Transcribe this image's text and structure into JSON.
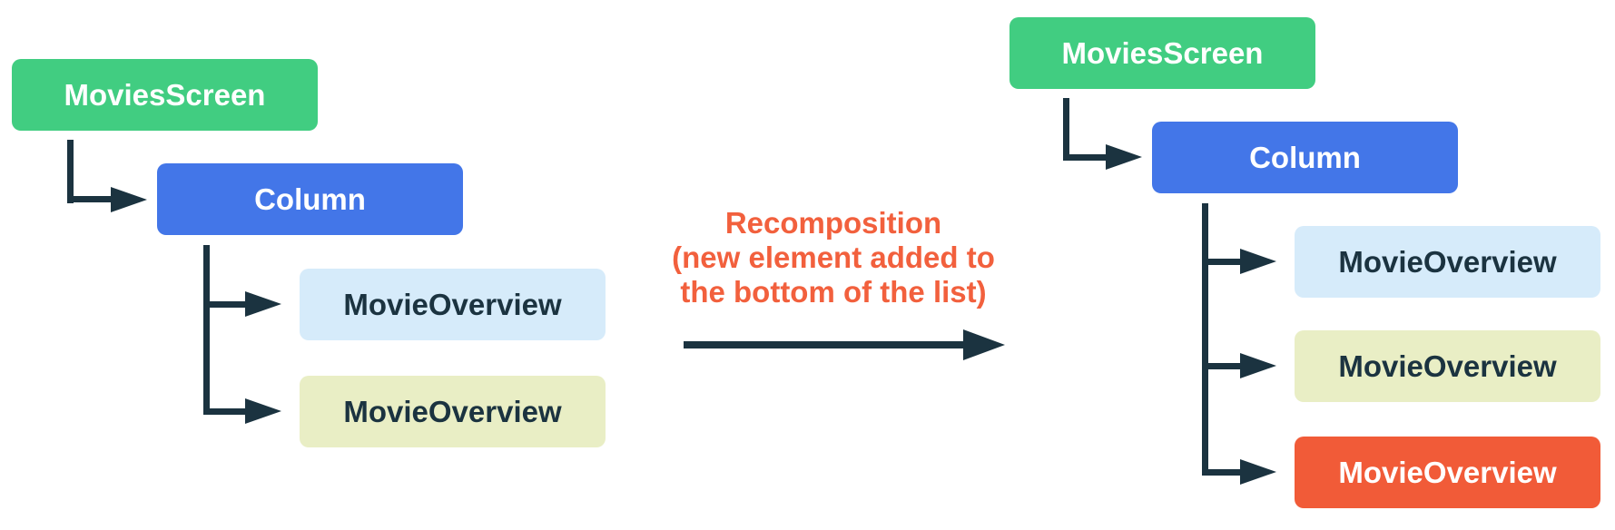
{
  "colors": {
    "green": "#41CD81",
    "blue": "#4376E8",
    "light_blue": "#D6EBFA",
    "pale_lime": "#E9EEC5",
    "orange": "#F15B38",
    "annotation_orange": "#F2603D",
    "navy": "#1B3340",
    "white": "#FFFFFF"
  },
  "left_tree": {
    "nodes": [
      {
        "label": "MoviesScreen",
        "color": "green"
      },
      {
        "label": "Column",
        "color": "blue"
      },
      {
        "label": "MovieOverview",
        "color": "light_blue"
      },
      {
        "label": "MovieOverview",
        "color": "pale_lime"
      }
    ]
  },
  "right_tree": {
    "nodes": [
      {
        "label": "MoviesScreen",
        "color": "green"
      },
      {
        "label": "Column",
        "color": "blue"
      },
      {
        "label": "MovieOverview",
        "color": "light_blue"
      },
      {
        "label": "MovieOverview",
        "color": "pale_lime"
      },
      {
        "label": "MovieOverview",
        "color": "orange",
        "highlighted": true
      }
    ]
  },
  "annotation": {
    "lines": [
      "Recomposition",
      "(new element added to",
      "the bottom of the list)"
    ]
  }
}
